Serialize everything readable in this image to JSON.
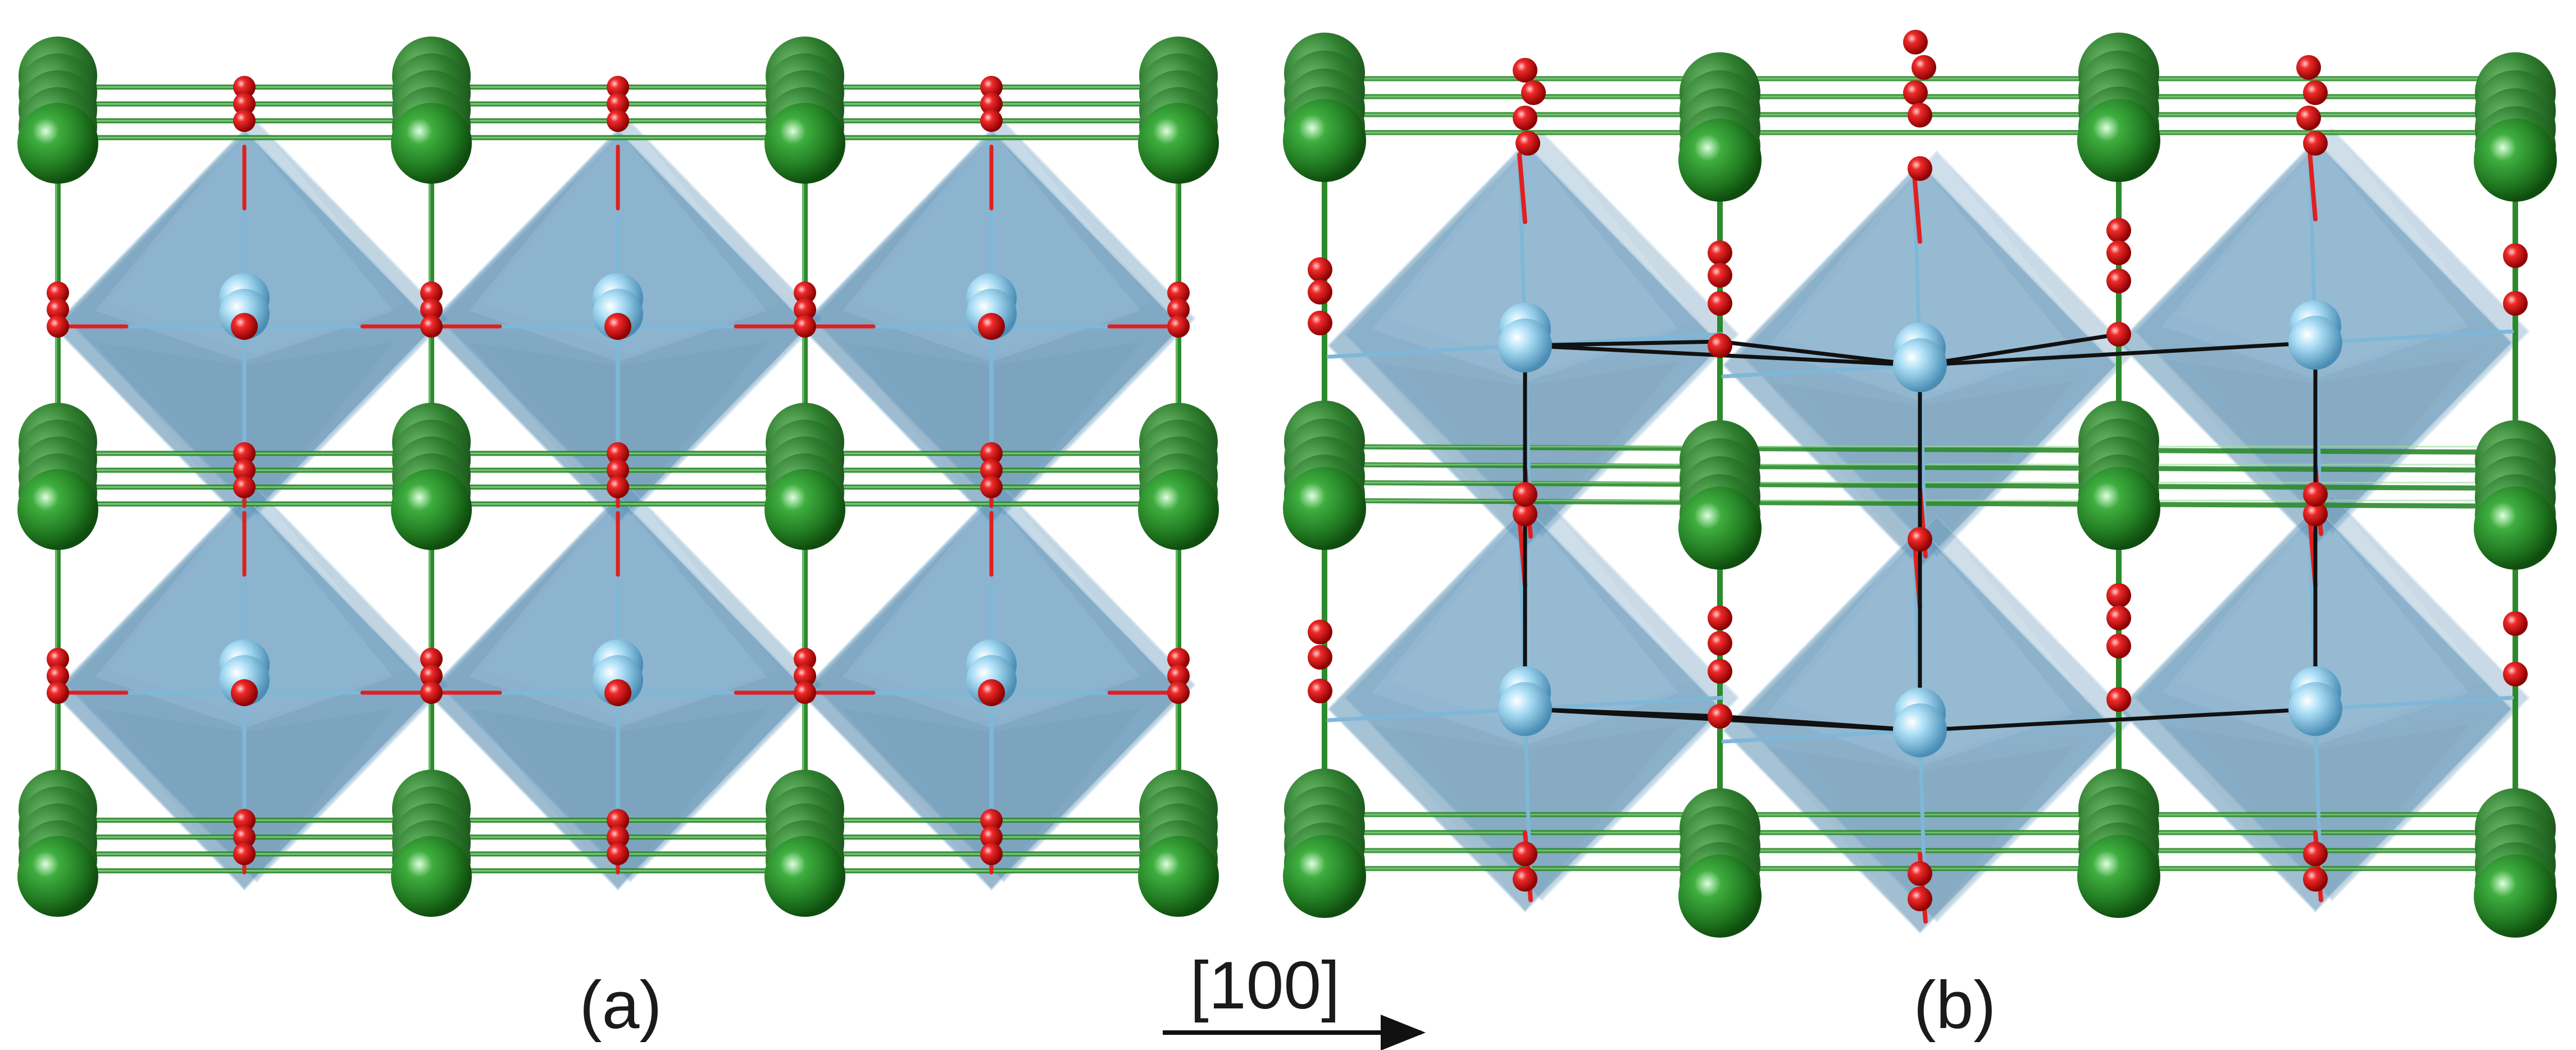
{
  "figure": {
    "panel_a_label": "(a)",
    "panel_b_label": "(b)",
    "direction_label": "[100]",
    "colors": {
      "a_site_atom": "#2e8b2e",
      "oxygen_atom": "#e02020",
      "b_site_atom": "#9fd3ee",
      "octahedron_face": "#4f87ad",
      "bond_green": "#2c8a2c",
      "unit_cell_edge": "#111111"
    },
    "icons": {
      "a_site": "green-sphere",
      "oxygen": "red-sphere",
      "b_site": "light-blue-sphere",
      "octahedron": "blue-translucent-octahedron",
      "arrow": "right-arrow"
    }
  }
}
